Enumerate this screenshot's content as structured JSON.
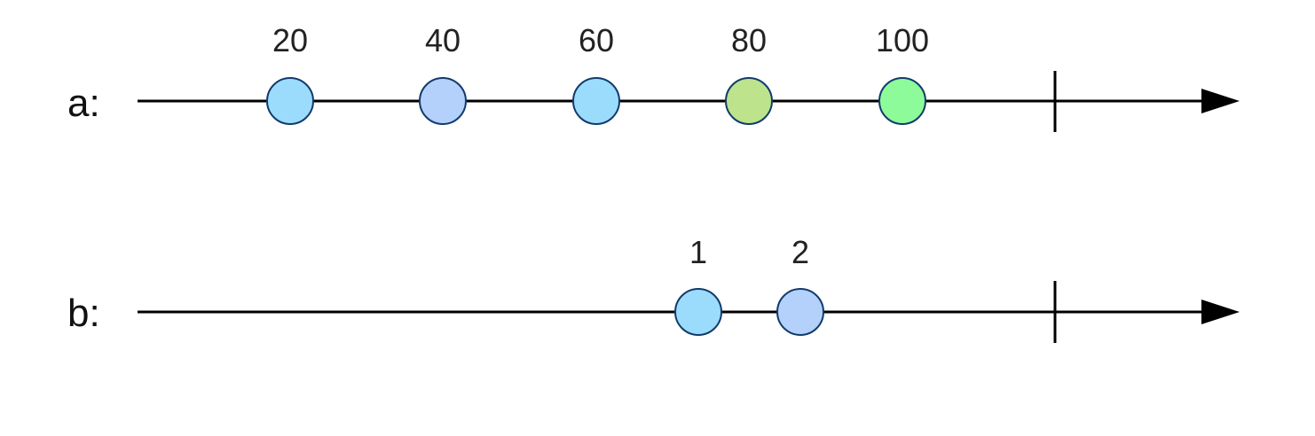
{
  "timelines": [
    {
      "label": "a:",
      "marbles": [
        {
          "value": "20",
          "color": "#9bdcfc"
        },
        {
          "value": "40",
          "color": "#b3d1fb"
        },
        {
          "value": "60",
          "color": "#9bdcfc"
        },
        {
          "value": "80",
          "color": "#bde38d"
        },
        {
          "value": "100",
          "color": "#8dfb9a"
        }
      ]
    },
    {
      "label": "b:",
      "marbles": [
        {
          "value": "1",
          "color": "#9bdcfc"
        },
        {
          "value": "2",
          "color": "#b3d1fb"
        }
      ]
    }
  ]
}
